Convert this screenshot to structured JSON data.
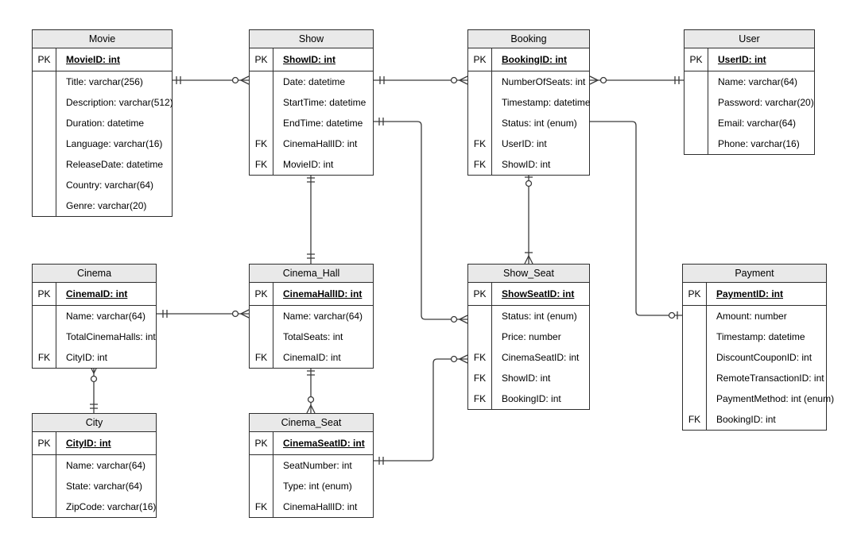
{
  "colors": {
    "background": "#ffffff",
    "entity_header_bg": "#e9e9e9",
    "entity_border": "#2e2e2e",
    "connector_line": "#3b3b3b",
    "text": "#000000"
  },
  "entities": [
    {
      "id": "movie",
      "title": "Movie",
      "rows": [
        {
          "key": "PK",
          "text": "MovieID: int",
          "is_pk": true
        },
        {
          "key": "",
          "text": "Title: varchar(256)"
        },
        {
          "key": "",
          "text": "Description: varchar(512)"
        },
        {
          "key": "",
          "text": "Duration: datetime"
        },
        {
          "key": "",
          "text": "Language: varchar(16)"
        },
        {
          "key": "",
          "text": "ReleaseDate: datetime"
        },
        {
          "key": "",
          "text": "Country: varchar(64)"
        },
        {
          "key": "",
          "text": "Genre: varchar(20)"
        }
      ]
    },
    {
      "id": "show",
      "title": "Show",
      "rows": [
        {
          "key": "PK",
          "text": "ShowID: int",
          "is_pk": true
        },
        {
          "key": "",
          "text": "Date: datetime"
        },
        {
          "key": "",
          "text": "StartTime: datetime"
        },
        {
          "key": "",
          "text": "EndTime: datetime"
        },
        {
          "key": "FK",
          "text": "CinemaHallID: int"
        },
        {
          "key": "FK",
          "text": "MovieID: int"
        }
      ]
    },
    {
      "id": "booking",
      "title": "Booking",
      "rows": [
        {
          "key": "PK",
          "text": "BookingID: int",
          "is_pk": true
        },
        {
          "key": "",
          "text": "NumberOfSeats: int"
        },
        {
          "key": "",
          "text": "Timestamp: datetime"
        },
        {
          "key": "",
          "text": "Status: int (enum)"
        },
        {
          "key": "FK",
          "text": "UserID: int"
        },
        {
          "key": "FK",
          "text": "ShowID: int"
        }
      ]
    },
    {
      "id": "user",
      "title": "User",
      "rows": [
        {
          "key": "PK",
          "text": "UserID: int",
          "is_pk": true
        },
        {
          "key": "",
          "text": "Name: varchar(64)"
        },
        {
          "key": "",
          "text": "Password: varchar(20)"
        },
        {
          "key": "",
          "text": "Email: varchar(64)"
        },
        {
          "key": "",
          "text": "Phone: varchar(16)"
        }
      ]
    },
    {
      "id": "cinema",
      "title": "Cinema",
      "rows": [
        {
          "key": "PK",
          "text": "CinemaID: int",
          "is_pk": true
        },
        {
          "key": "",
          "text": "Name: varchar(64)"
        },
        {
          "key": "",
          "text": "TotalCinemaHalls: int"
        },
        {
          "key": "FK",
          "text": "CityID: int"
        }
      ]
    },
    {
      "id": "cinema_hall",
      "title": "Cinema_Hall",
      "rows": [
        {
          "key": "PK",
          "text": "CinemaHallID: int",
          "is_pk": true
        },
        {
          "key": "",
          "text": "Name: varchar(64)"
        },
        {
          "key": "",
          "text": "TotalSeats: int"
        },
        {
          "key": "FK",
          "text": "CinemaID: int"
        }
      ]
    },
    {
      "id": "show_seat",
      "title": "Show_Seat",
      "rows": [
        {
          "key": "PK",
          "text": "ShowSeatID: int",
          "is_pk": true
        },
        {
          "key": "",
          "text": "Status: int (enum)"
        },
        {
          "key": "",
          "text": "Price: number"
        },
        {
          "key": "FK",
          "text": "CinemaSeatID: int"
        },
        {
          "key": "FK",
          "text": "ShowID: int"
        },
        {
          "key": "FK",
          "text": "BookingID: int"
        }
      ]
    },
    {
      "id": "payment",
      "title": "Payment",
      "rows": [
        {
          "key": "PK",
          "text": "PaymentID: int",
          "is_pk": true
        },
        {
          "key": "",
          "text": "Amount: number"
        },
        {
          "key": "",
          "text": "Timestamp: datetime"
        },
        {
          "key": "",
          "text": "DiscountCouponID: int"
        },
        {
          "key": "",
          "text": "RemoteTransactionID: int"
        },
        {
          "key": "",
          "text": "PaymentMethod: int (enum)"
        },
        {
          "key": "FK",
          "text": "BookingID: int"
        }
      ]
    },
    {
      "id": "city",
      "title": "City",
      "rows": [
        {
          "key": "PK",
          "text": "CityID: int",
          "is_pk": true
        },
        {
          "key": "",
          "text": "Name: varchar(64)"
        },
        {
          "key": "",
          "text": "State: varchar(64)"
        },
        {
          "key": "",
          "text": "ZipCode: varchar(16)"
        }
      ]
    },
    {
      "id": "cinema_seat",
      "title": "Cinema_Seat",
      "rows": [
        {
          "key": "PK",
          "text": "CinemaSeatID: int",
          "is_pk": true
        },
        {
          "key": "",
          "text": "SeatNumber: int"
        },
        {
          "key": "",
          "text": "Type: int (enum)"
        },
        {
          "key": "FK",
          "text": "CinemaHallID: int"
        }
      ]
    }
  ],
  "relationships": [
    {
      "from": "Movie",
      "to": "Show",
      "from_cardinality": "exactly-one",
      "to_cardinality": "zero-or-many"
    },
    {
      "from": "Show",
      "to": "Booking",
      "from_cardinality": "exactly-one",
      "to_cardinality": "zero-or-many"
    },
    {
      "from": "User",
      "to": "Booking",
      "from_cardinality": "exactly-one",
      "to_cardinality": "zero-or-many"
    },
    {
      "from": "Show",
      "to": "Cinema_Hall",
      "from_cardinality": "exactly-one",
      "to_cardinality": "exactly-one"
    },
    {
      "from": "Booking",
      "to": "Show_Seat",
      "from_cardinality": "zero-or-one",
      "to_cardinality": "one-or-many"
    },
    {
      "from": "Cinema",
      "to": "Cinema_Hall",
      "from_cardinality": "exactly-one",
      "to_cardinality": "zero-or-many"
    },
    {
      "from": "City",
      "to": "Cinema",
      "from_cardinality": "exactly-one",
      "to_cardinality": "zero-or-many"
    },
    {
      "from": "Cinema_Hall",
      "to": "Cinema_Seat",
      "from_cardinality": "exactly-one",
      "to_cardinality": "zero-or-many"
    },
    {
      "from": "Show",
      "to": "Show_Seat",
      "from_cardinality": "exactly-one",
      "to_cardinality": "zero-or-many"
    },
    {
      "from": "Cinema_Seat",
      "to": "Show_Seat",
      "from_cardinality": "exactly-one",
      "to_cardinality": "zero-or-many"
    },
    {
      "from": "Booking",
      "to": "Payment",
      "from_cardinality": "one",
      "to_cardinality": "zero-or-one"
    }
  ]
}
